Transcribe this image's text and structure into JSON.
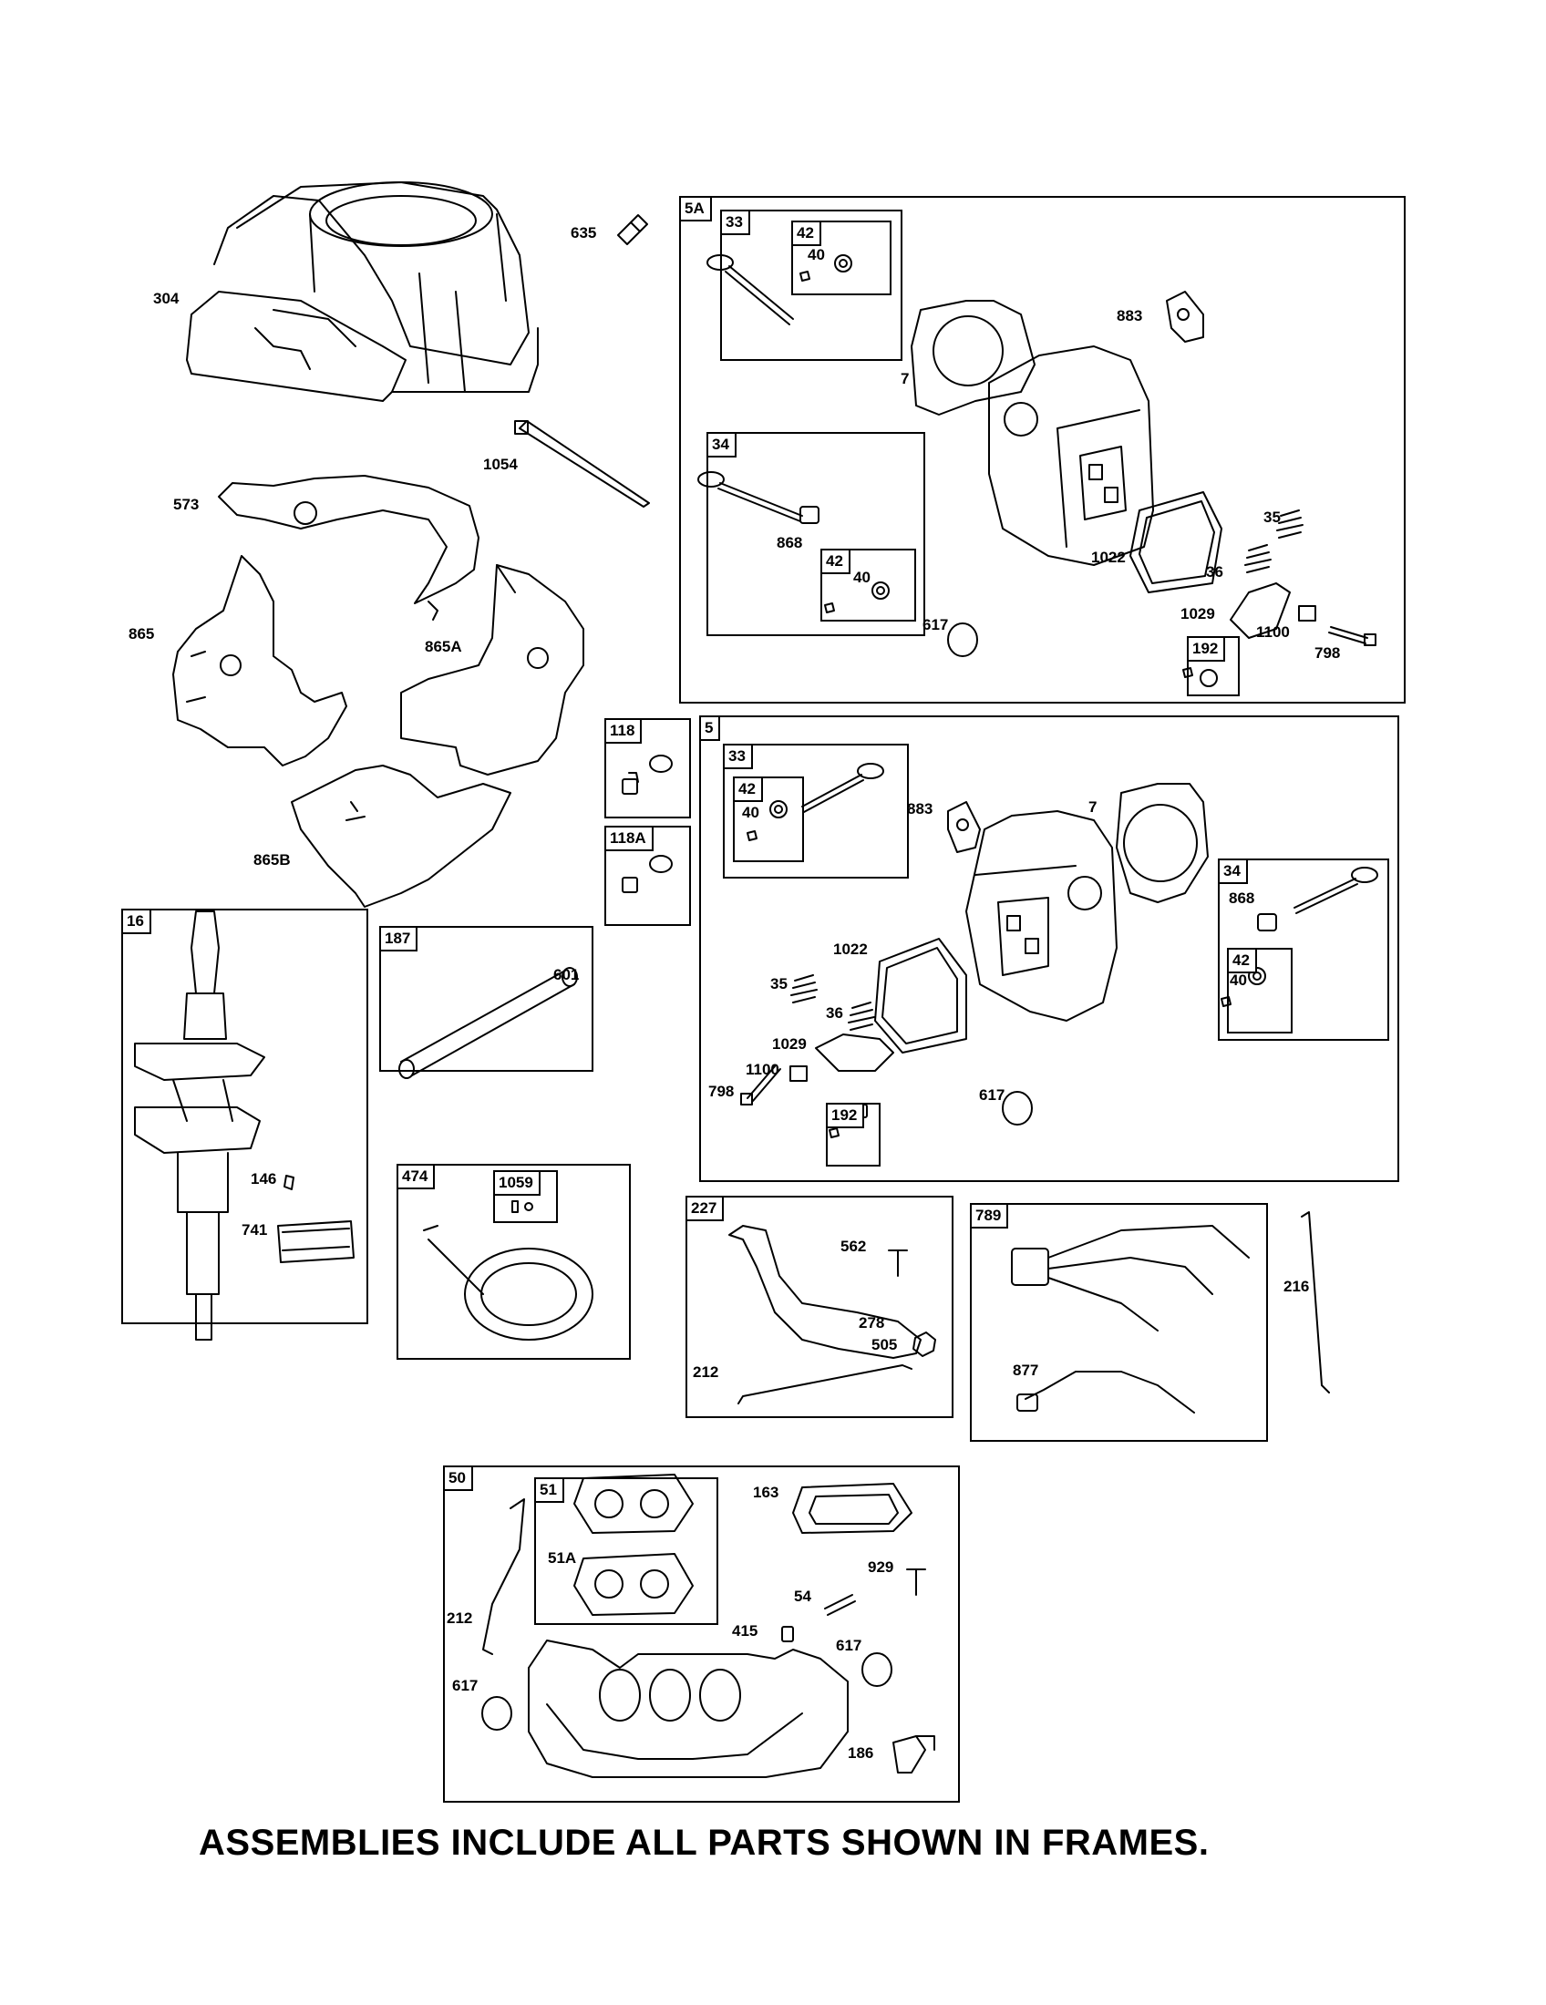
{
  "footer_note": "ASSEMBLIES INCLUDE ALL PARTS SHOWN IN FRAMES.",
  "frames": {
    "f5A": "5A",
    "f33a": "33",
    "f42a": "42",
    "f34a": "34",
    "f42b": "42",
    "f192a": "192",
    "f118": "118",
    "f118A": "118A",
    "f5": "5",
    "f33b": "33",
    "f42c": "42",
    "f34b": "34",
    "f42d": "42",
    "f192b": "192",
    "f16": "16",
    "f187": "187",
    "f474": "474",
    "f1059": "1059",
    "f227": "227",
    "f789": "789",
    "f50": "50",
    "f51": "51"
  },
  "labels": {
    "p635": "635",
    "p304": "304",
    "p1054": "1054",
    "p573": "573",
    "p865": "865",
    "p865A": "865A",
    "p865B": "865B",
    "a40": "40",
    "a7": "7",
    "a883": "883",
    "a868": "868",
    "a40b": "40",
    "a1022": "1022",
    "a35": "35",
    "a36": "36",
    "a1029": "1029",
    "a1100": "1100",
    "a798": "798",
    "a617": "617",
    "b40": "40",
    "b883": "883",
    "b7": "7",
    "b868": "868",
    "b40b": "40",
    "b1022": "1022",
    "b35": "35",
    "b36": "36",
    "b1029": "1029",
    "b1100": "1100",
    "b798": "798",
    "b617": "617",
    "c601": "601",
    "c146": "146",
    "c741": "741",
    "d562": "562",
    "d278": "278",
    "d505": "505",
    "d212": "212",
    "e216": "216",
    "e877": "877",
    "g163": "163",
    "g51A": "51A",
    "g929": "929",
    "g54": "54",
    "g415": "415",
    "g212": "212",
    "g617a": "617",
    "g617b": "617",
    "g186": "186"
  }
}
